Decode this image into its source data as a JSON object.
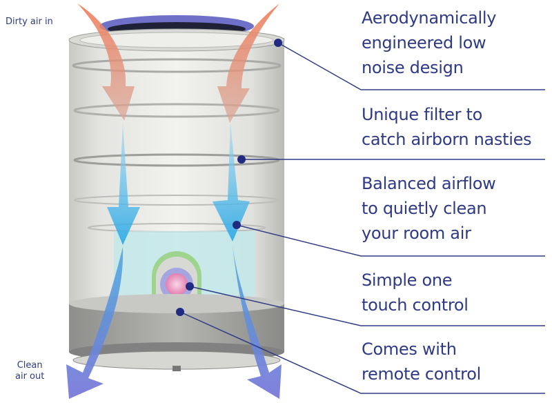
{
  "labels": {
    "dirty_air_in": "Dirty air in",
    "clean_air_out_line1": "Clean",
    "clean_air_out_line2": "air out"
  },
  "features": [
    {
      "lines": [
        "Aerodynamically",
        "engineered low",
        "noise design"
      ]
    },
    {
      "lines": [
        "Unique filter to",
        "catch airborn nasties"
      ]
    },
    {
      "lines": [
        "Balanced airflow",
        "to quietly clean",
        "your room air"
      ]
    },
    {
      "lines": [
        "Simple one",
        "touch control"
      ]
    },
    {
      "lines": [
        "Comes with",
        "remote control"
      ]
    }
  ],
  "colors": {
    "text": "#2e3a86",
    "leader": "#2e3a86",
    "dirty_arrow": "#e8866a",
    "clean_arrow": "#3bb6ea",
    "out_arrow": "#7c80d6"
  }
}
